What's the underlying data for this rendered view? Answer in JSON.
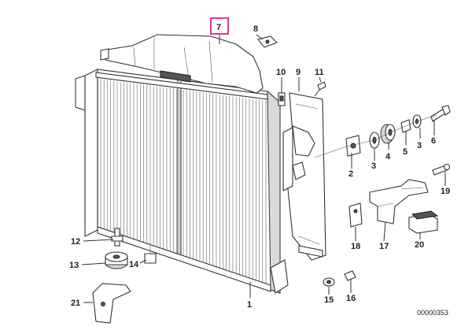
{
  "diagram": {
    "highlight_color": "#e0218a",
    "highlighted_callout": "7",
    "drawing_code": "00000353",
    "callouts": [
      {
        "id": "1",
        "text": "1"
      },
      {
        "id": "2",
        "text": "2"
      },
      {
        "id": "3a",
        "text": "3"
      },
      {
        "id": "3b",
        "text": "3"
      },
      {
        "id": "4",
        "text": "4"
      },
      {
        "id": "5",
        "text": "5"
      },
      {
        "id": "6",
        "text": "6"
      },
      {
        "id": "7",
        "text": "7"
      },
      {
        "id": "8",
        "text": "8"
      },
      {
        "id": "9",
        "text": "9"
      },
      {
        "id": "10",
        "text": "10"
      },
      {
        "id": "11",
        "text": "11"
      },
      {
        "id": "12",
        "text": "12"
      },
      {
        "id": "13",
        "text": "13"
      },
      {
        "id": "14",
        "text": "14"
      },
      {
        "id": "15",
        "text": "15"
      },
      {
        "id": "16",
        "text": "16"
      },
      {
        "id": "17",
        "text": "17"
      },
      {
        "id": "18",
        "text": "18"
      },
      {
        "id": "19",
        "text": "19"
      },
      {
        "id": "20",
        "text": "20"
      },
      {
        "id": "21",
        "text": "21"
      }
    ]
  }
}
